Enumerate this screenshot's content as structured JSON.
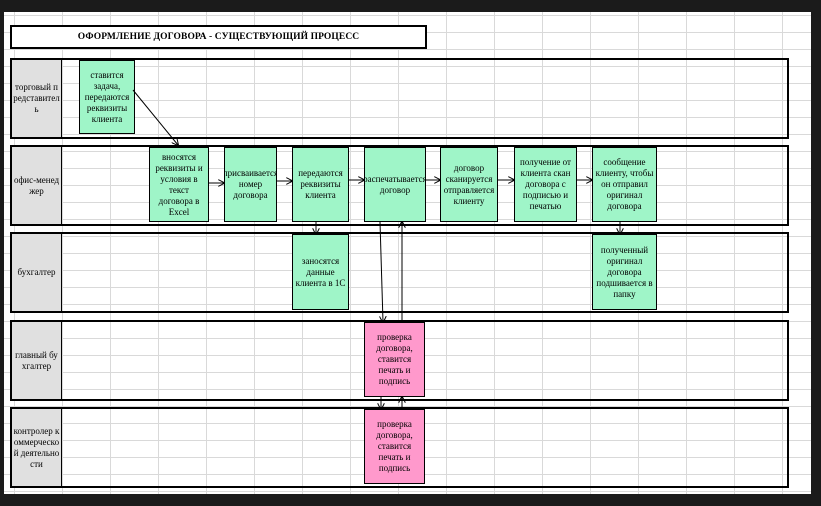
{
  "title": "ОФОРМЛЕНИЕ ДОГОВОРА - СУЩЕСТВУЮЩИЙ ПРОЦЕСС",
  "lanes": [
    {
      "label": "торговый представитель"
    },
    {
      "label": "офис-менеджер"
    },
    {
      "label": "бухгалтер"
    },
    {
      "label": "главный бухгалтер"
    },
    {
      "label": "контролер коммерческой деятельности"
    }
  ],
  "tasks": {
    "t1": {
      "text": "ставится задача, передаются реквизиты клиента",
      "color": "#9ff5c8"
    },
    "t2": {
      "text": "вносятся реквизиты и условия в текст договора в Excel",
      "color": "#9ff5c8"
    },
    "t3": {
      "text": "присваивается номер договора",
      "color": "#9ff5c8"
    },
    "t4": {
      "text": "передаются реквизиты клиента",
      "color": "#9ff5c8"
    },
    "t5": {
      "text": "распечатывается договор",
      "color": "#9ff5c8"
    },
    "t6": {
      "text": "договор сканируется отправляется клиенту",
      "color": "#9ff5c8"
    },
    "t7": {
      "text": "получение от клиента скан договора с подписью и печатью",
      "color": "#9ff5c8"
    },
    "t8": {
      "text": "сообщение клиенту, чтобы он отправил оригинал договора",
      "color": "#9ff5c8"
    },
    "t9": {
      "text": "заносятся данные клиента в 1С",
      "color": "#9ff5c8"
    },
    "t10": {
      "text": "полученный оригинал договора подшивается в папку",
      "color": "#9ff5c8"
    },
    "t11": {
      "text": "проверка договора, ставится печать и подпись",
      "color": "#ff99cc"
    },
    "t12": {
      "text": "проверка договора, ставится печать и подпись",
      "color": "#ff99cc"
    }
  }
}
